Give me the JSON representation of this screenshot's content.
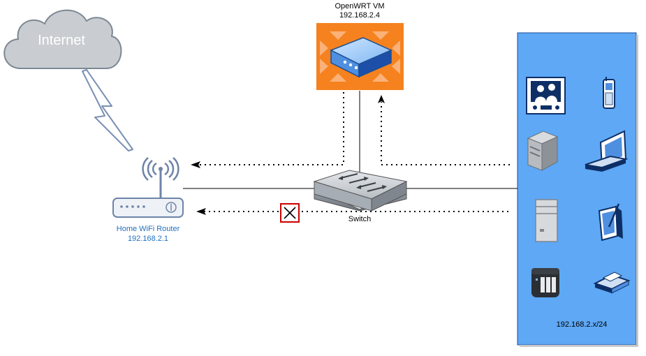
{
  "cloud": {
    "label": "Internet",
    "fill": "#c9cdd2",
    "text_color": "#ffffff"
  },
  "router": {
    "name": "Home WiFi Router",
    "ip": "192.168.2.1",
    "text_color": "#1f6fbf"
  },
  "openwrt": {
    "name": "OpenWRT VM",
    "ip": "192.168.2.4",
    "accent": "#f5821f"
  },
  "switch": {
    "label": "Switch"
  },
  "lan": {
    "subnet": "192.168.2.x/24",
    "fill": "#5ea8f5"
  },
  "blocked_marker": {
    "icon": "cross-icon",
    "color": "#cc0000"
  },
  "devices": [
    "video-terminal-icon",
    "mobile-phone-icon",
    "server-tower-icon",
    "laptop-icon",
    "pc-tower-icon",
    "tablet-pen-icon",
    "nas-icon",
    "scanner-icon"
  ]
}
